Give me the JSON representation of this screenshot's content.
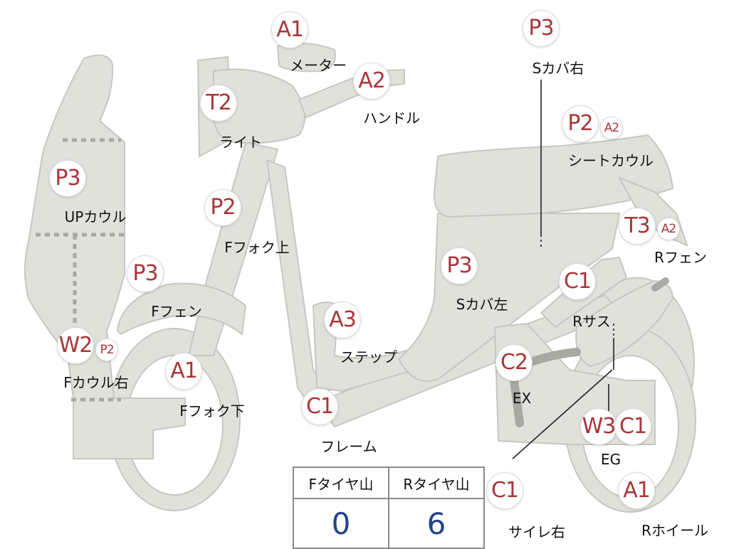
{
  "parts": [
    {
      "id": "meter",
      "grade": "A1",
      "label": "メーター"
    },
    {
      "id": "handle",
      "grade": "A2",
      "label": "ハンドル"
    },
    {
      "id": "light",
      "grade": "T2",
      "label": "ライト"
    },
    {
      "id": "f-fork-upper",
      "grade": "P2",
      "label": "Fフォク上"
    },
    {
      "id": "up-cowl",
      "grade": "P3",
      "label": "UPカウル"
    },
    {
      "id": "f-fender",
      "grade": "P3",
      "label": "Fフェン"
    },
    {
      "id": "f-cowl-right",
      "grade": "W2",
      "grade2": "P2",
      "label": "Fカウル右"
    },
    {
      "id": "f-fork-lower",
      "grade": "A1",
      "label": "Fフォク下"
    },
    {
      "id": "step",
      "grade": "A3",
      "label": "ステップ"
    },
    {
      "id": "frame",
      "grade": "C1",
      "label": "フレーム"
    },
    {
      "id": "s-cover-left",
      "grade": "P3",
      "label": "Sカバ左"
    },
    {
      "id": "s-cover-right",
      "grade": "P3",
      "label": "Sカバ右"
    },
    {
      "id": "seat-cowl",
      "grade": "P2",
      "grade2": "A2",
      "label": "シートカウル"
    },
    {
      "id": "r-fender",
      "grade": "T3",
      "grade2": "A2",
      "label": "Rフェン"
    },
    {
      "id": "r-suspension",
      "grade": "C1",
      "label": "Rサス"
    },
    {
      "id": "exhaust",
      "grade": "C2",
      "label": "EX"
    },
    {
      "id": "engine",
      "grade": "W3",
      "grade2": "C1",
      "label": "EG"
    },
    {
      "id": "r-wheel",
      "grade": "A1",
      "label": "Rホイール"
    },
    {
      "id": "muffler-right",
      "grade": "C1",
      "label": "サイレ右"
    }
  ],
  "tire_table": {
    "headers": [
      "Fタイヤ山",
      "Rタイヤ山"
    ],
    "values": [
      "0",
      "6"
    ]
  },
  "colors": {
    "grade_text": "#a8363a",
    "tire_value": "#22448a",
    "part_fill": "#e1e1dc"
  }
}
